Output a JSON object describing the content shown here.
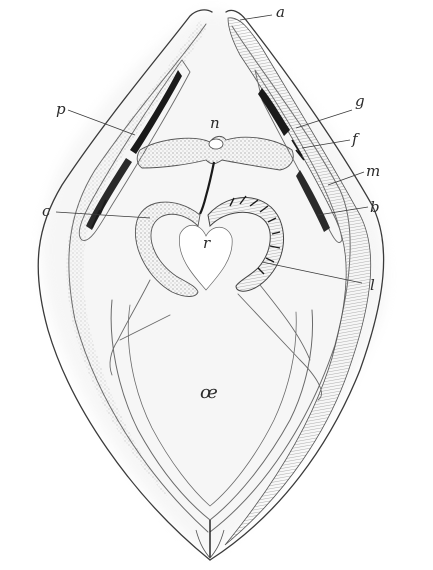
{
  "figure": {
    "labels": {
      "a": "a",
      "g": "g",
      "f": "f",
      "m": "m",
      "b": "b",
      "l": "l",
      "n": "n",
      "p": "p",
      "c": "c",
      "r": "r",
      "oe": "œ"
    },
    "colors": {
      "ink": "#3a3a3a",
      "stipple": "#9a9a9a",
      "dark_tissue": "#1a1a1a",
      "paper": "#ffffff"
    }
  }
}
